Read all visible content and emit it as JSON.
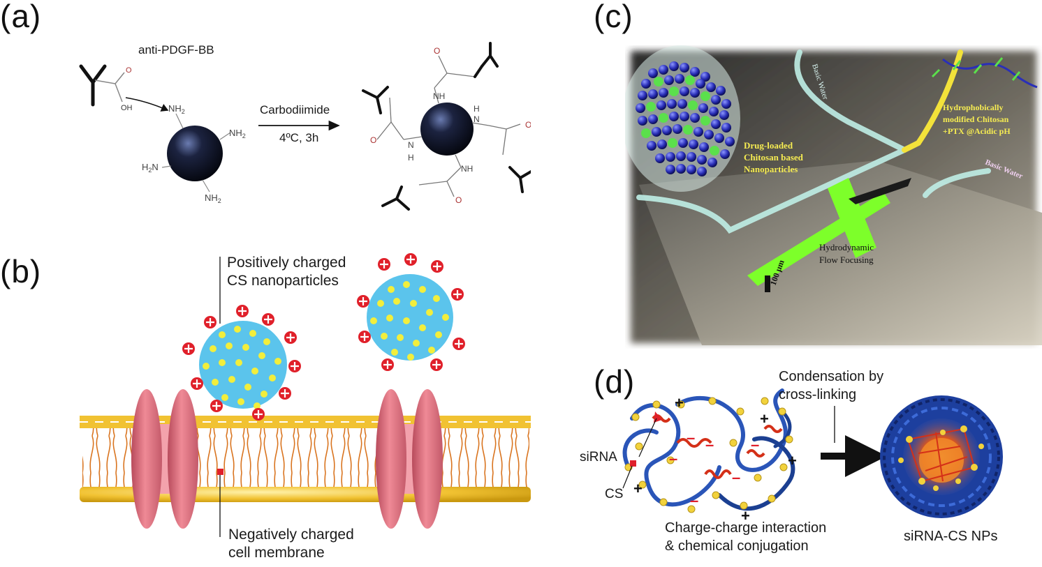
{
  "panels": {
    "a": {
      "label": "(a)",
      "antibody_label": "anti-PDGF-BB",
      "reagent": "Carbodiimide",
      "conditions": "4ºC, 3h",
      "oh": "OH",
      "nh2": "NH2",
      "nh": "NH",
      "h": "H",
      "o": "O"
    },
    "b": {
      "label": "(b)",
      "nanoparticle_label_line1": "Positively charged",
      "nanoparticle_label_line2": "CS nanoparticles",
      "membrane_label_line1": "Negatively charged",
      "membrane_label_line2": "cell membrane"
    },
    "c": {
      "label": "(c)",
      "basic_water_top": "Basic Water",
      "basic_water_right": "Basic Water",
      "hydrophobic_line1": "Hydrophobically",
      "hydrophobic_line2": "modified Chitosan",
      "hydrophobic_line3": "+PTX @Acidic pH",
      "drug_line1": "Drug-loaded",
      "drug_line2": "Chitosan based",
      "drug_line3": "Nanoparticles",
      "focusing_line1": "Hydrodynamic",
      "focusing_line2": "Flow Focusing",
      "scale": "100 μm"
    },
    "d": {
      "label": "(d)",
      "condensation_line1": "Condensation by",
      "condensation_line2": "cross-linking",
      "sirna": "siRNA",
      "cs": "CS",
      "interaction_line1": "Charge-charge interaction",
      "interaction_line2": "& chemical conjugation",
      "product": "siRNA-CS NPs",
      "plus": "+",
      "minus": "–"
    }
  },
  "colors": {
    "nanosphere": "#1c2340",
    "np_fill": "#5bc4ec",
    "np_dot": "#f2ee3c",
    "charge_red": "#e0202a",
    "channel_protein": "#e27a86",
    "lipid_head": "#f1c232",
    "lipid_tail": "#d9741f",
    "chip_green": "#7dff2a",
    "strand_blue": "#2a55b8",
    "strand_red": "#d43018"
  }
}
